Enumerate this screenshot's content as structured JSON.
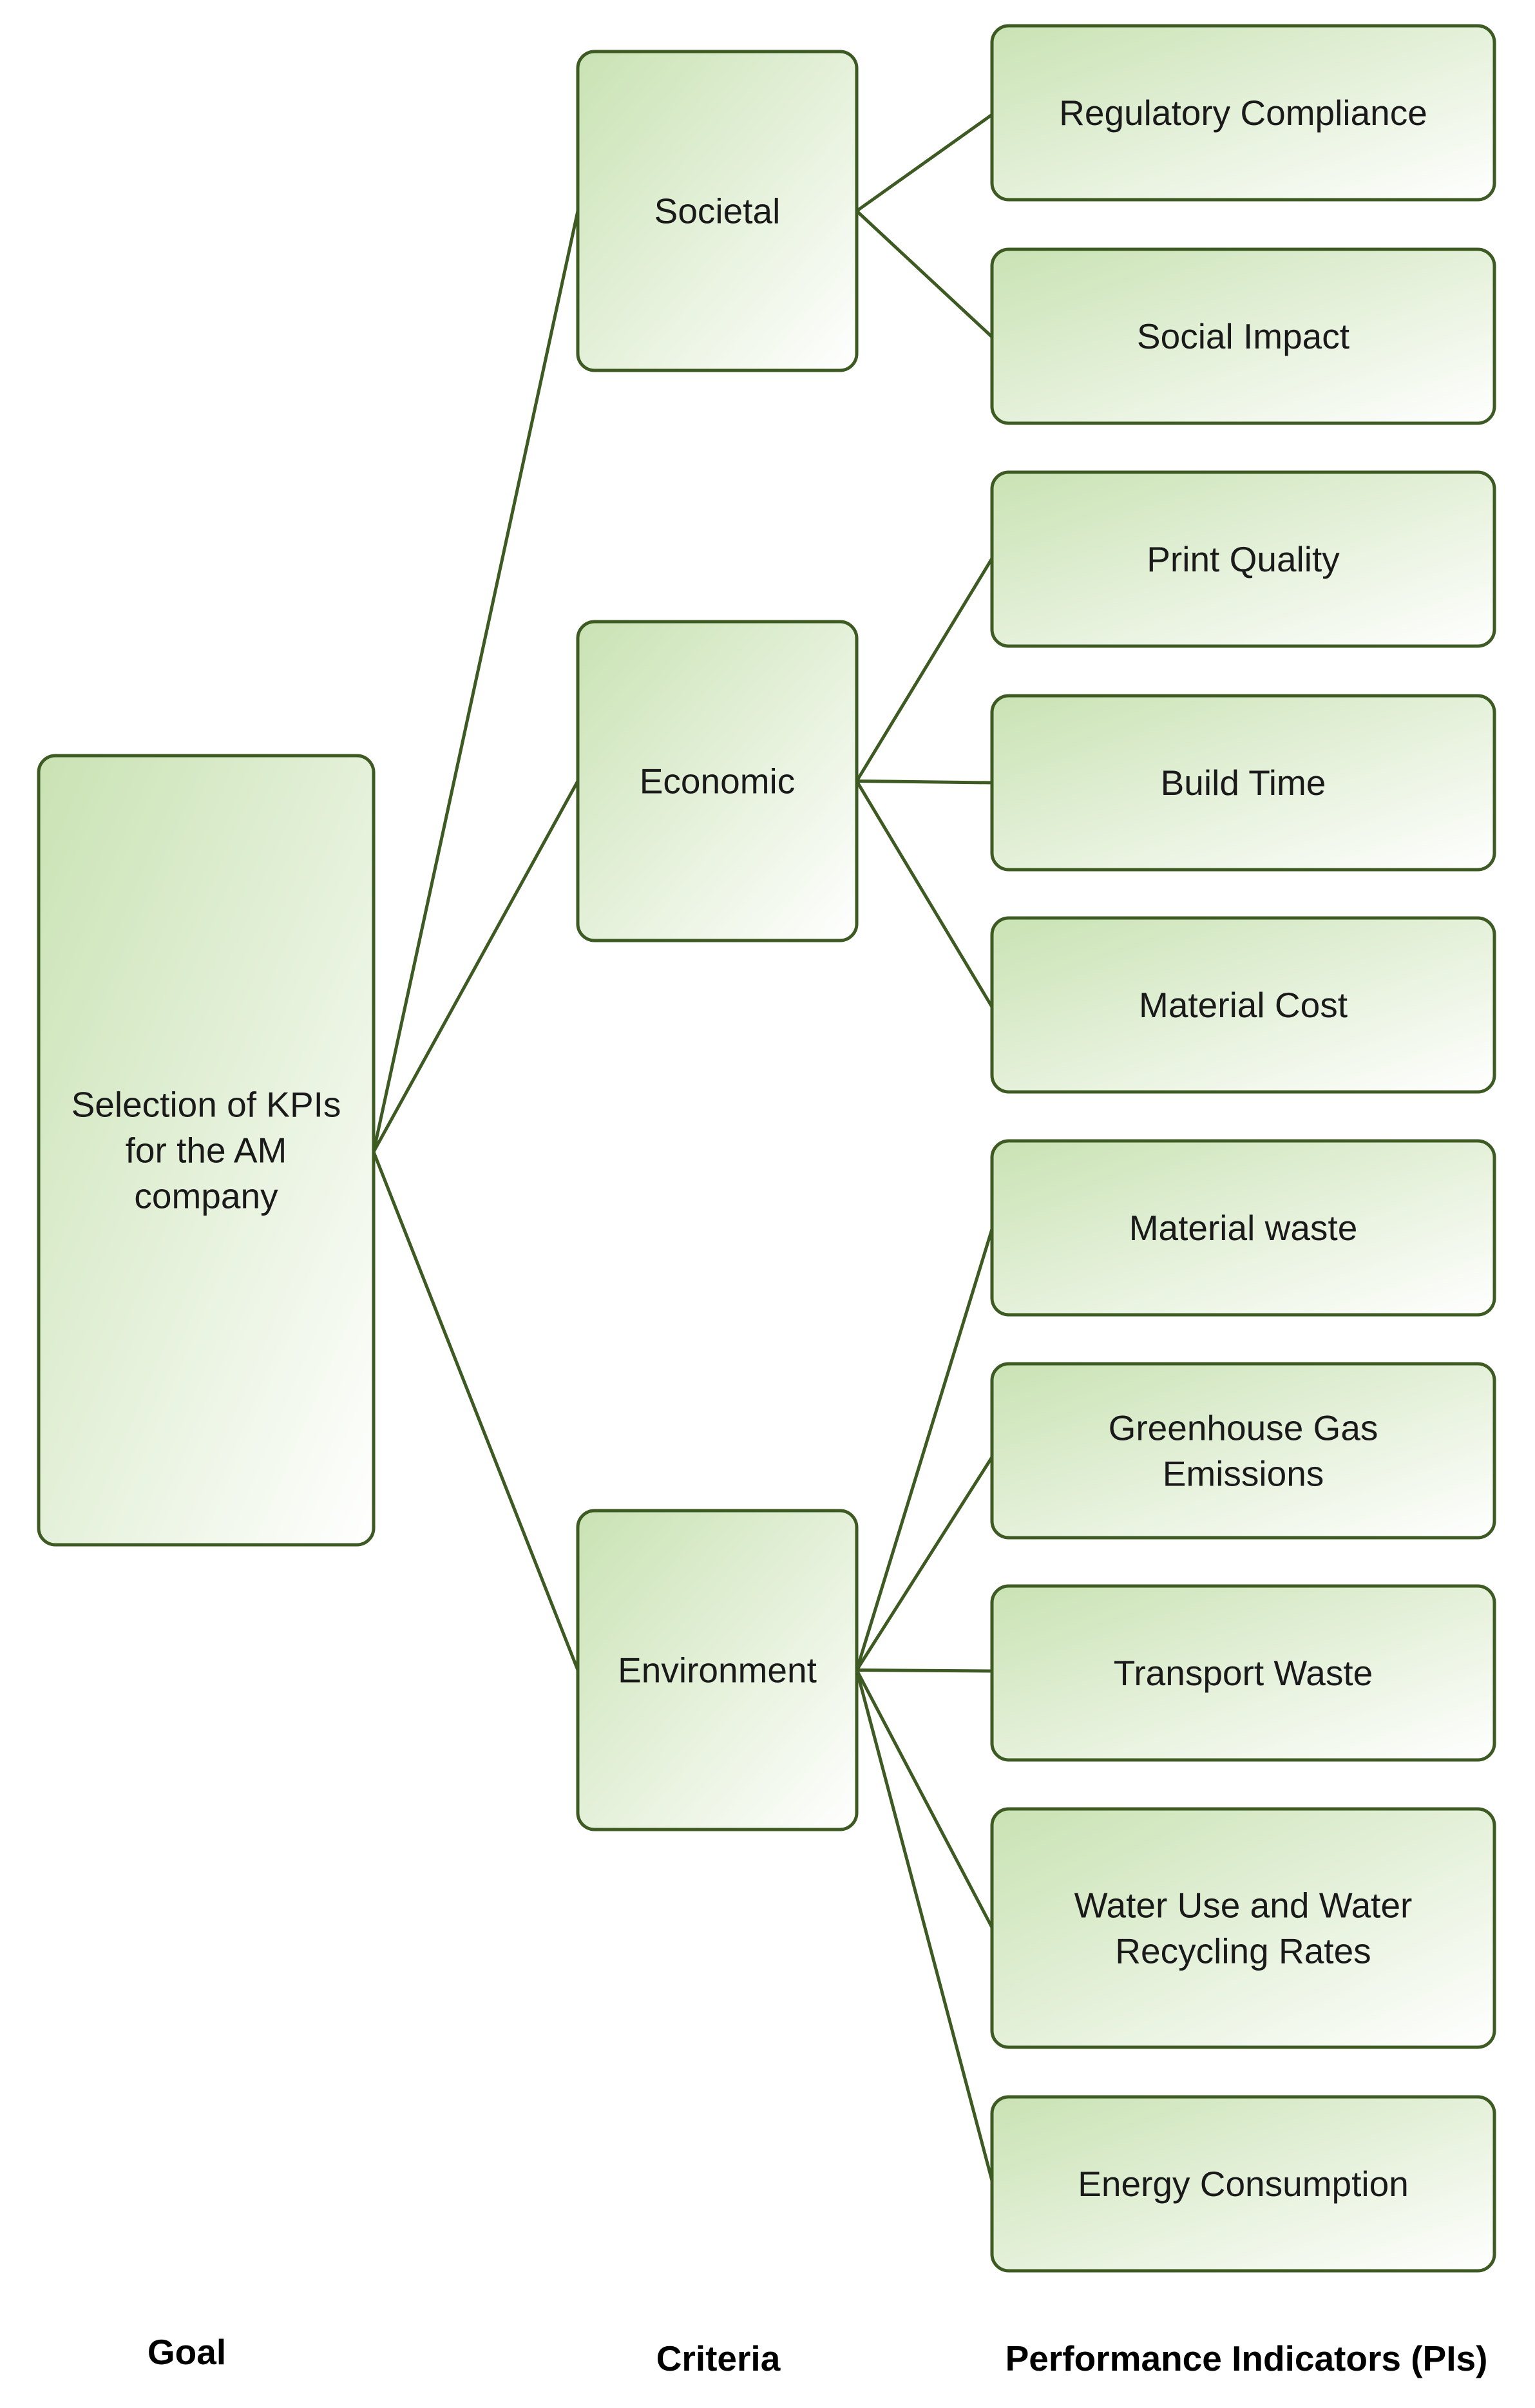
{
  "colors": {
    "box_border": "#3d5a22",
    "box_fill_start": "#c9e2b3",
    "box_fill_end": "#ffffff",
    "connector": "#3d5a22"
  },
  "goal": {
    "label": "Selection of KPIs for the AM company",
    "lines": [
      "Selection of KPIs",
      "for the AM",
      "company"
    ]
  },
  "criteria": [
    {
      "id": "societal",
      "label": "Societal",
      "indicators": [
        {
          "id": "regulatory-compliance",
          "label": "Regulatory Compliance",
          "lines": [
            "Regulatory Compliance"
          ]
        },
        {
          "id": "social-impact",
          "label": "Social Impact",
          "lines": [
            "Social Impact"
          ]
        }
      ]
    },
    {
      "id": "economic",
      "label": "Economic",
      "indicators": [
        {
          "id": "print-quality",
          "label": "Print Quality",
          "lines": [
            "Print Quality"
          ]
        },
        {
          "id": "build-time",
          "label": "Build Time",
          "lines": [
            "Build Time"
          ]
        },
        {
          "id": "material-cost",
          "label": "Material Cost",
          "lines": [
            "Material Cost"
          ]
        }
      ]
    },
    {
      "id": "environment",
      "label": "Environment",
      "indicators": [
        {
          "id": "material-waste",
          "label": "Material waste",
          "lines": [
            "Material waste"
          ]
        },
        {
          "id": "greenhouse-gas-emissions",
          "label": "Greenhouse Gas Emissions",
          "lines": [
            "Greenhouse Gas",
            "Emissions"
          ]
        },
        {
          "id": "transport-waste",
          "label": "Transport Waste",
          "lines": [
            "Transport Waste"
          ]
        },
        {
          "id": "water-use",
          "label": "Water Use and Water Recycling Rates",
          "lines": [
            "Water Use and Water",
            "Recycling Rates"
          ]
        },
        {
          "id": "energy-consumption",
          "label": "Energy Consumption",
          "lines": [
            "Energy Consumption"
          ]
        }
      ]
    }
  ],
  "column_labels": {
    "goal": "Goal",
    "criteria": "Criteria",
    "indicators": "Performance Indicators (PIs)"
  }
}
